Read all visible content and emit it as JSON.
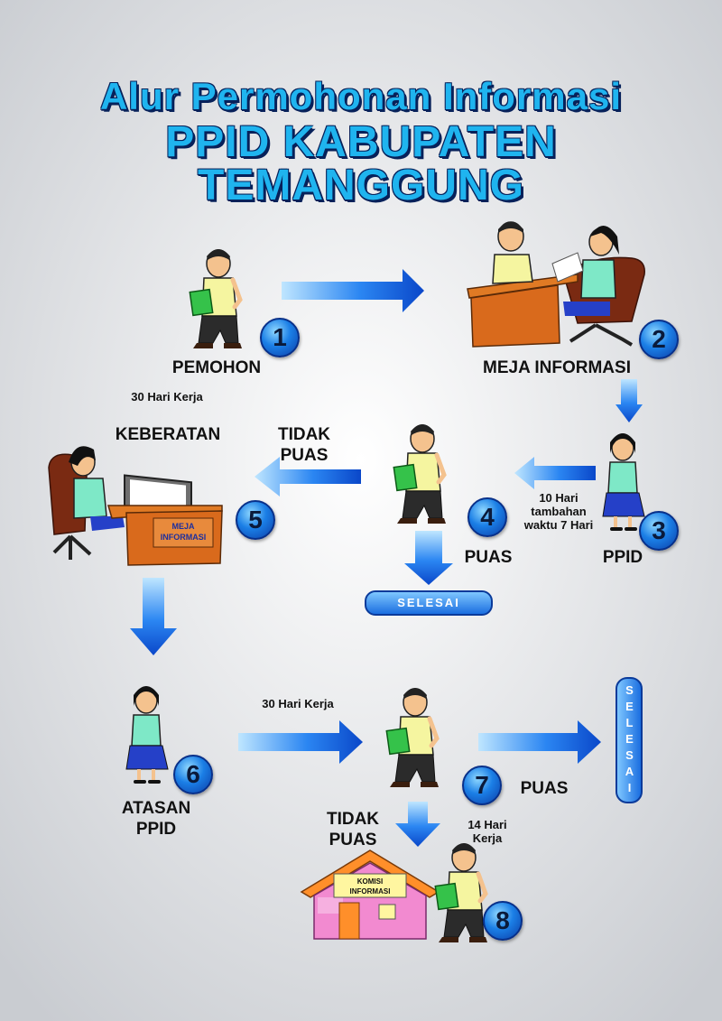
{
  "title": {
    "line1": "Alur Permohonan Informasi",
    "line2": "PPID KABUPATEN TEMANGGUNG"
  },
  "steps": [
    {
      "number": "1",
      "label": "PEMOHON"
    },
    {
      "number": "2",
      "label": "MEJA INFORMASI"
    },
    {
      "number": "3",
      "label": "PPID"
    },
    {
      "number": "4",
      "label": "PUAS"
    },
    {
      "number": "5",
      "label": "KEBERATAN"
    },
    {
      "number": "6",
      "label": "ATASAN PPID"
    },
    {
      "number": "7",
      "label": "PUAS"
    },
    {
      "number": "8",
      "label": ""
    }
  ],
  "notes": {
    "keberatan_time": "30 Hari Kerja",
    "tidak_puas_1": "TIDAK PUAS",
    "ppid_time": "10 Hari tambahan waktu 7 Hari",
    "atasan_time": "30 Hari Kerja",
    "tidak_puas_2": "TIDAK PUAS",
    "komisi_time": "14 Hari Kerja"
  },
  "selesai": {
    "horizontal": "SELESAI",
    "vertical": "SELESAI"
  },
  "desk_sign": "MEJA INFORMASI",
  "house_sign": "KOMISI INFORMASI",
  "colors": {
    "title": "#1fb4ef",
    "title_outline": "#07215a",
    "arrow": "#1a6ff0",
    "badge": "#1b7fe6",
    "desk": "#d96a1c",
    "house": "#f28ad0"
  }
}
